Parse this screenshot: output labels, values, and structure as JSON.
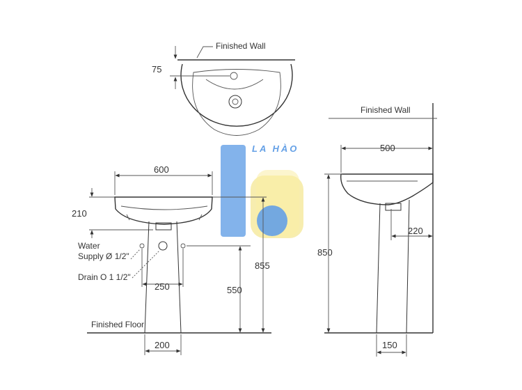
{
  "labels": {
    "finished_wall_top": "Finished Wall",
    "finished_wall_side": "Finished Wall",
    "water_line1": "Water",
    "water_line2": "Supply Ø 1/2\"",
    "drain": "Drain O 1 1/2\"",
    "finished_floor": "Finished Floor"
  },
  "dimensions": {
    "wall_to_hole": "75",
    "basin_width": "600",
    "basin_height": "210",
    "supply_spacing": "250",
    "supply_height": "550",
    "rim_height_front": "855",
    "pedestal_width_front": "200",
    "basin_depth": "500",
    "rim_height_side": "850",
    "pedestal_offset": "220",
    "pedestal_width_side": "150"
  },
  "watermark": {
    "text": "LA HÀO",
    "colors": {
      "blue": "#4a90e2",
      "yellow": "#f2e27a"
    }
  }
}
